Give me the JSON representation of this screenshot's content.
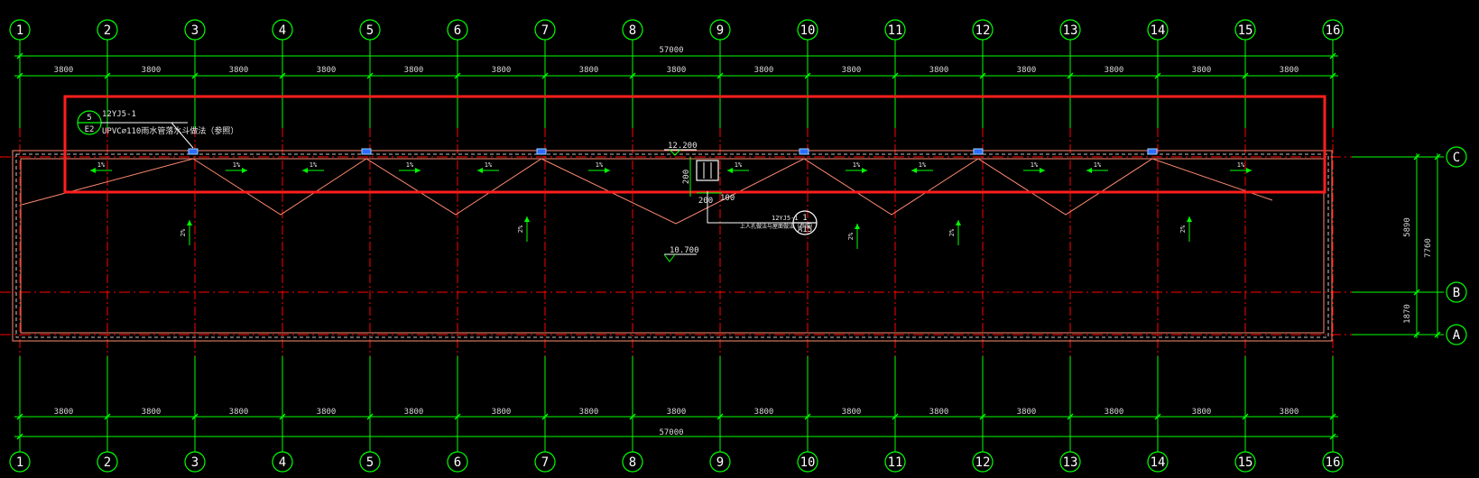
{
  "grid": {
    "columns": [
      "1",
      "2",
      "3",
      "4",
      "5",
      "6",
      "7",
      "8",
      "9",
      "10",
      "11",
      "12",
      "13",
      "14",
      "15",
      "16"
    ],
    "rows": [
      "C",
      "B",
      "A"
    ]
  },
  "dimensions": {
    "total_top": "57000",
    "total_bottom": "57000",
    "bays_top": [
      "3800",
      "3800",
      "3800",
      "3800",
      "3800",
      "3800",
      "3800",
      "3800",
      "3800",
      "3800",
      "3800",
      "3800",
      "3800",
      "3800",
      "3800"
    ],
    "bays_bottom": [
      "3800",
      "3800",
      "3800",
      "3800",
      "3800",
      "3800",
      "3800",
      "3800",
      "3800",
      "3800",
      "3800",
      "3800",
      "3800",
      "3800",
      "3800"
    ],
    "right_c_b": "5890",
    "right_b_a": "1870",
    "right_total": "7760"
  },
  "callout_detail": {
    "number": "5",
    "sheet": "E2",
    "ref": "12YJ5-1",
    "note": "UPVC∅110雨水管落水斗做法（参照）"
  },
  "callout_detail_2": {
    "number": "1",
    "sheet": "A15",
    "ref": "12YJ5-1",
    "note": "上人孔做法与屋面做法（参照）"
  },
  "elevations": {
    "top": "12.200",
    "bottom": "10.700"
  },
  "hatch_dims": {
    "vertical": "200",
    "horizontal": "200",
    "side": "100"
  },
  "slope_labels": {
    "one_percent": "1%",
    "two_percent": "2%"
  },
  "colors": {
    "background": "#000000",
    "grid_axis": "#00ff00",
    "axis_line": "#ff0000",
    "roof_outline": "#ff8a70",
    "highlight": "#ff1e1e",
    "text": "#ffffff"
  }
}
